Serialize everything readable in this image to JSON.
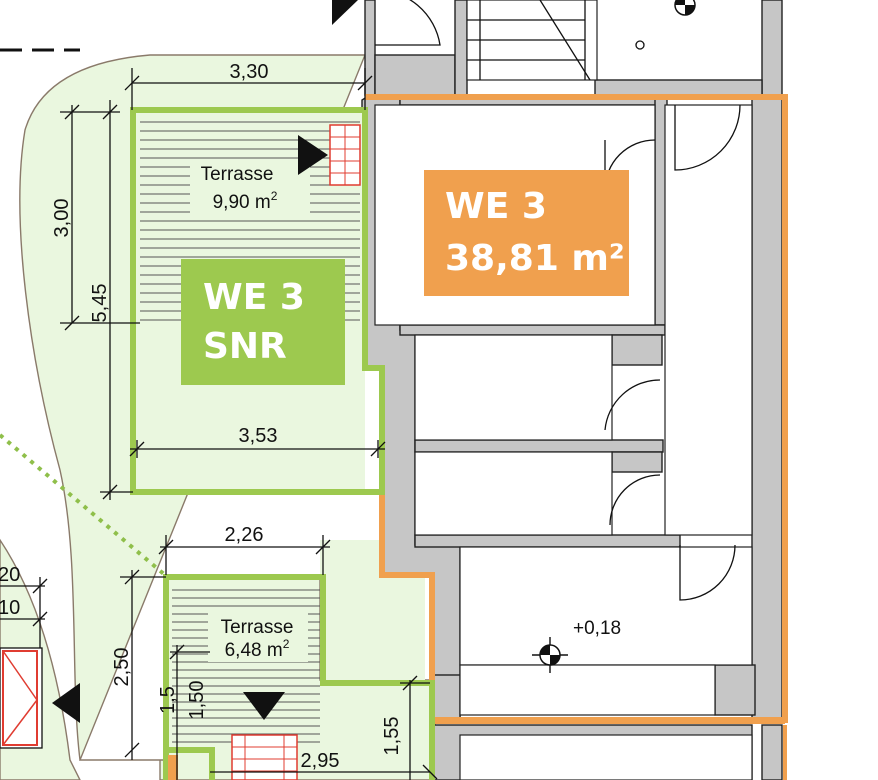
{
  "colors": {
    "green": "#9dc94f",
    "green_light": "#eaf7df",
    "orange": "#f0a04e",
    "wall_gray": "#c6c6c6",
    "stair_red": "#e03c31"
  },
  "dimensions": {
    "d330": "3,30",
    "d300": "3,00",
    "d545": "5,45",
    "d353": "3,53",
    "d226": "2,26",
    "d250": "2,50",
    "d150": "1,50",
    "d155": "1,55",
    "d295": "2,95",
    "d20": "20",
    "d10": "10",
    "d15": "1,5"
  },
  "terrace1": {
    "name": "Terrasse",
    "area_value": "9,90 m",
    "area_sup": "2"
  },
  "terrace2": {
    "name": "Terrasse",
    "area_value": "6,48 m",
    "area_sup": "2"
  },
  "snr_label": {
    "line1": "WE 3",
    "line2": "SNR"
  },
  "unit_label": {
    "line1": "WE 3",
    "line2": "38,81 m²"
  },
  "level_mark": "+0,18"
}
